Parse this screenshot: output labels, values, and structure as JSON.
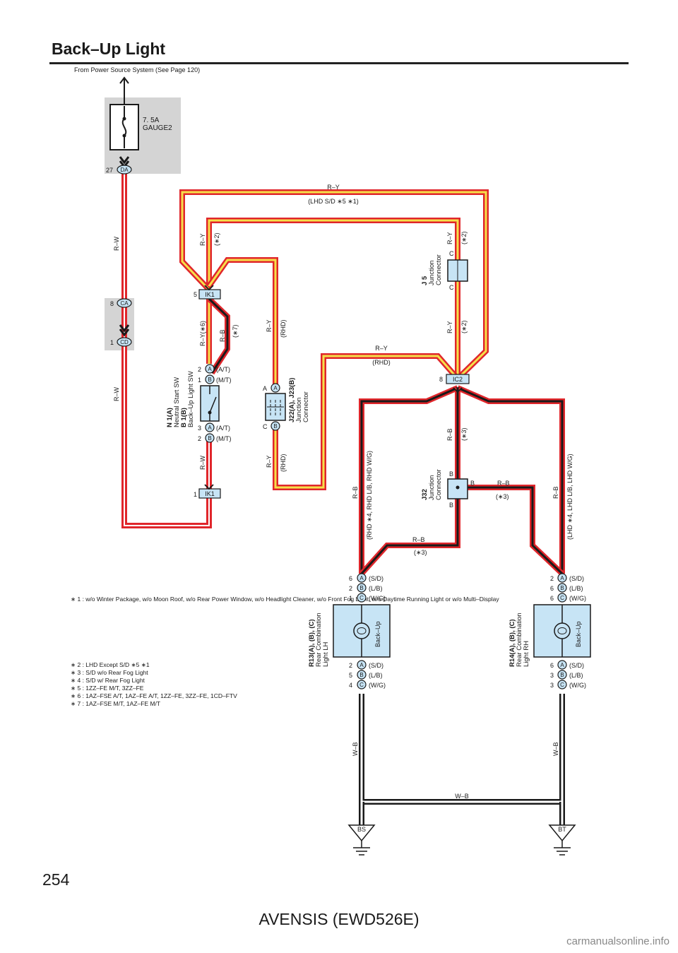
{
  "title": "Back–Up Light",
  "source_note": "From Power Source System (See Page 120)",
  "page_number": "254",
  "manual_name": "AVENSIS (EWD526E)",
  "watermark": "carmanualsonline.info",
  "fuse": {
    "amperage": "7. 5A",
    "name": "GAUGE2"
  },
  "connectors": {
    "da": {
      "pin": "27",
      "code": "DA"
    },
    "ca": {
      "pin": "8",
      "code": "CA"
    },
    "cd": {
      "pin": "1",
      "code": "CD"
    },
    "ik1_top": {
      "pin": "5",
      "code": "IK1"
    },
    "ik1_bottom": {
      "pin": "1",
      "code": "IK1"
    },
    "ic2": {
      "pin": "8",
      "code": "IC2"
    }
  },
  "wires": {
    "rw_upper": "R–W",
    "rw_lower": "R–W",
    "ry_top": "R–Y",
    "ry_top_note": "(LHD S/D ∗5 ∗1)",
    "ry_left": "R–Y",
    "ry_left_note": "(∗2)",
    "ry6": "R–Y(∗6)",
    "rb7": "R–B",
    "rb7_note": "(∗7)",
    "ry_rhd_upper": "R–Y",
    "ry_rhd_upper_note": "(RHD)",
    "ry_rhd_mid": "R–Y",
    "ry_rhd_mid_note": "(RHD)",
    "ry_rhd_lower": "R–Y",
    "ry_rhd_lower_note": "(RHD)",
    "sw_rw": "R–W",
    "j5_ry_upper": "R–Y",
    "j5_ry_upper_note": "(∗2)",
    "j5_ry_lower": "R–Y",
    "j5_ry_lower_note": "(∗2)",
    "rb_j32_top": "R–B",
    "rb_j32_top_note": "(∗3)",
    "rb_j32_right": "R–B",
    "rb_j32_right_note": "(∗3)",
    "rb_j32_bottom": "R–B",
    "rb_j32_bottom_note": "(∗3)",
    "rb_left": "R–B",
    "rb_left_note": "(RHD ∗4,  RHD L/B,  RHD W/G)",
    "rb_right": "R–B",
    "rb_right_note": "(LHD ∗4,  LHD L/B,  LHD W/G)",
    "wb_left": "W–B",
    "wb_right": "W–B",
    "wb_bottom": "W–B"
  },
  "switch": {
    "code_a": "N 1(A)",
    "name_a": "Neutral Start SW",
    "code_b": "B 1(B)",
    "name_b": "Back–Up Light SW",
    "top_pins": [
      {
        "pin": "2",
        "conn": "A",
        "variant": "(A/T)"
      },
      {
        "pin": "1",
        "conn": "B",
        "variant": "(M/T)"
      }
    ],
    "bottom_pins": [
      {
        "pin": "3",
        "conn": "A",
        "variant": "(A/T)"
      },
      {
        "pin": "2",
        "conn": "B",
        "variant": "(M/T)"
      }
    ]
  },
  "j22": {
    "code": "J22(A), J23(B)",
    "name1": "Junction",
    "name2": "Connector",
    "top_pin": "A",
    "top_conn": "A",
    "bottom_pin": "C",
    "bottom_conn": "B"
  },
  "j5": {
    "code": "J 5",
    "name1": "Junction",
    "name2": "Connector",
    "pin_top": "C",
    "pin_bottom": "C"
  },
  "j32": {
    "code": "J32",
    "name1": "Junction",
    "name2": "Connector",
    "pin_top": "B",
    "pin_right": "B",
    "pin_bottom": "B"
  },
  "lamp_lh": {
    "code": "R13(A), (B), (C)",
    "name1": "Rear Combination",
    "name2": "Light LH",
    "function": "Back–Up",
    "top_pins": [
      {
        "pin": "6",
        "conn": "A",
        "variant": "(S/D)"
      },
      {
        "pin": "2",
        "conn": "B",
        "variant": "(L/B)"
      },
      {
        "pin": "1",
        "conn": "C",
        "variant": "(W/G)"
      }
    ],
    "bottom_pins": [
      {
        "pin": "2",
        "conn": "A",
        "variant": "(S/D)"
      },
      {
        "pin": "5",
        "conn": "B",
        "variant": "(L/B)"
      },
      {
        "pin": "4",
        "conn": "C",
        "variant": "(W/G)"
      }
    ]
  },
  "lamp_rh": {
    "code": "R14(A), (B), (C)",
    "name1": "Rear Combination",
    "name2": "Light RH",
    "function": "Back–Up",
    "top_pins": [
      {
        "pin": "2",
        "conn": "A",
        "variant": "(S/D)"
      },
      {
        "pin": "6",
        "conn": "B",
        "variant": "(L/B)"
      },
      {
        "pin": "6",
        "conn": "C",
        "variant": "(W/G)"
      }
    ],
    "bottom_pins": [
      {
        "pin": "6",
        "conn": "A",
        "variant": "(S/D)"
      },
      {
        "pin": "3",
        "conn": "B",
        "variant": "(L/B)"
      },
      {
        "pin": "3",
        "conn": "C",
        "variant": "(W/G)"
      }
    ]
  },
  "grounds": {
    "left": "BS",
    "right": "BT"
  },
  "footnotes": [
    "∗ 1 : w/o Winter Package,  w/o Moon Roof,  w/o Rear Power Window,  w/o Headlight Cleaner,  w/o Front Fog Light,  w/o Daytime Running Light or w/o Multi–Display",
    "∗ 2 : LHD Except S/D ∗5 ∗1",
    "∗ 3 : S/D w/o Rear Fog Light",
    "∗ 4 : S/D w/ Rear Fog Light",
    "∗ 5 : 1ZZ–FE M/T,  3ZZ–FE",
    "∗ 6 : 1AZ–FSE A/T,  1AZ–FE A/T,  1ZZ–FE,  3ZZ–FE,  1CD–FTV",
    "∗ 7 : 1AZ–FSE M/T,  1AZ–FE M/T"
  ],
  "colors": {
    "wire_red": "#e0262b",
    "wire_yellow": "#f6e04a",
    "wire_black": "#1a1a1a",
    "component_fill": "#c7e4f5",
    "fuse_box_fill": "#d4d4d4"
  }
}
